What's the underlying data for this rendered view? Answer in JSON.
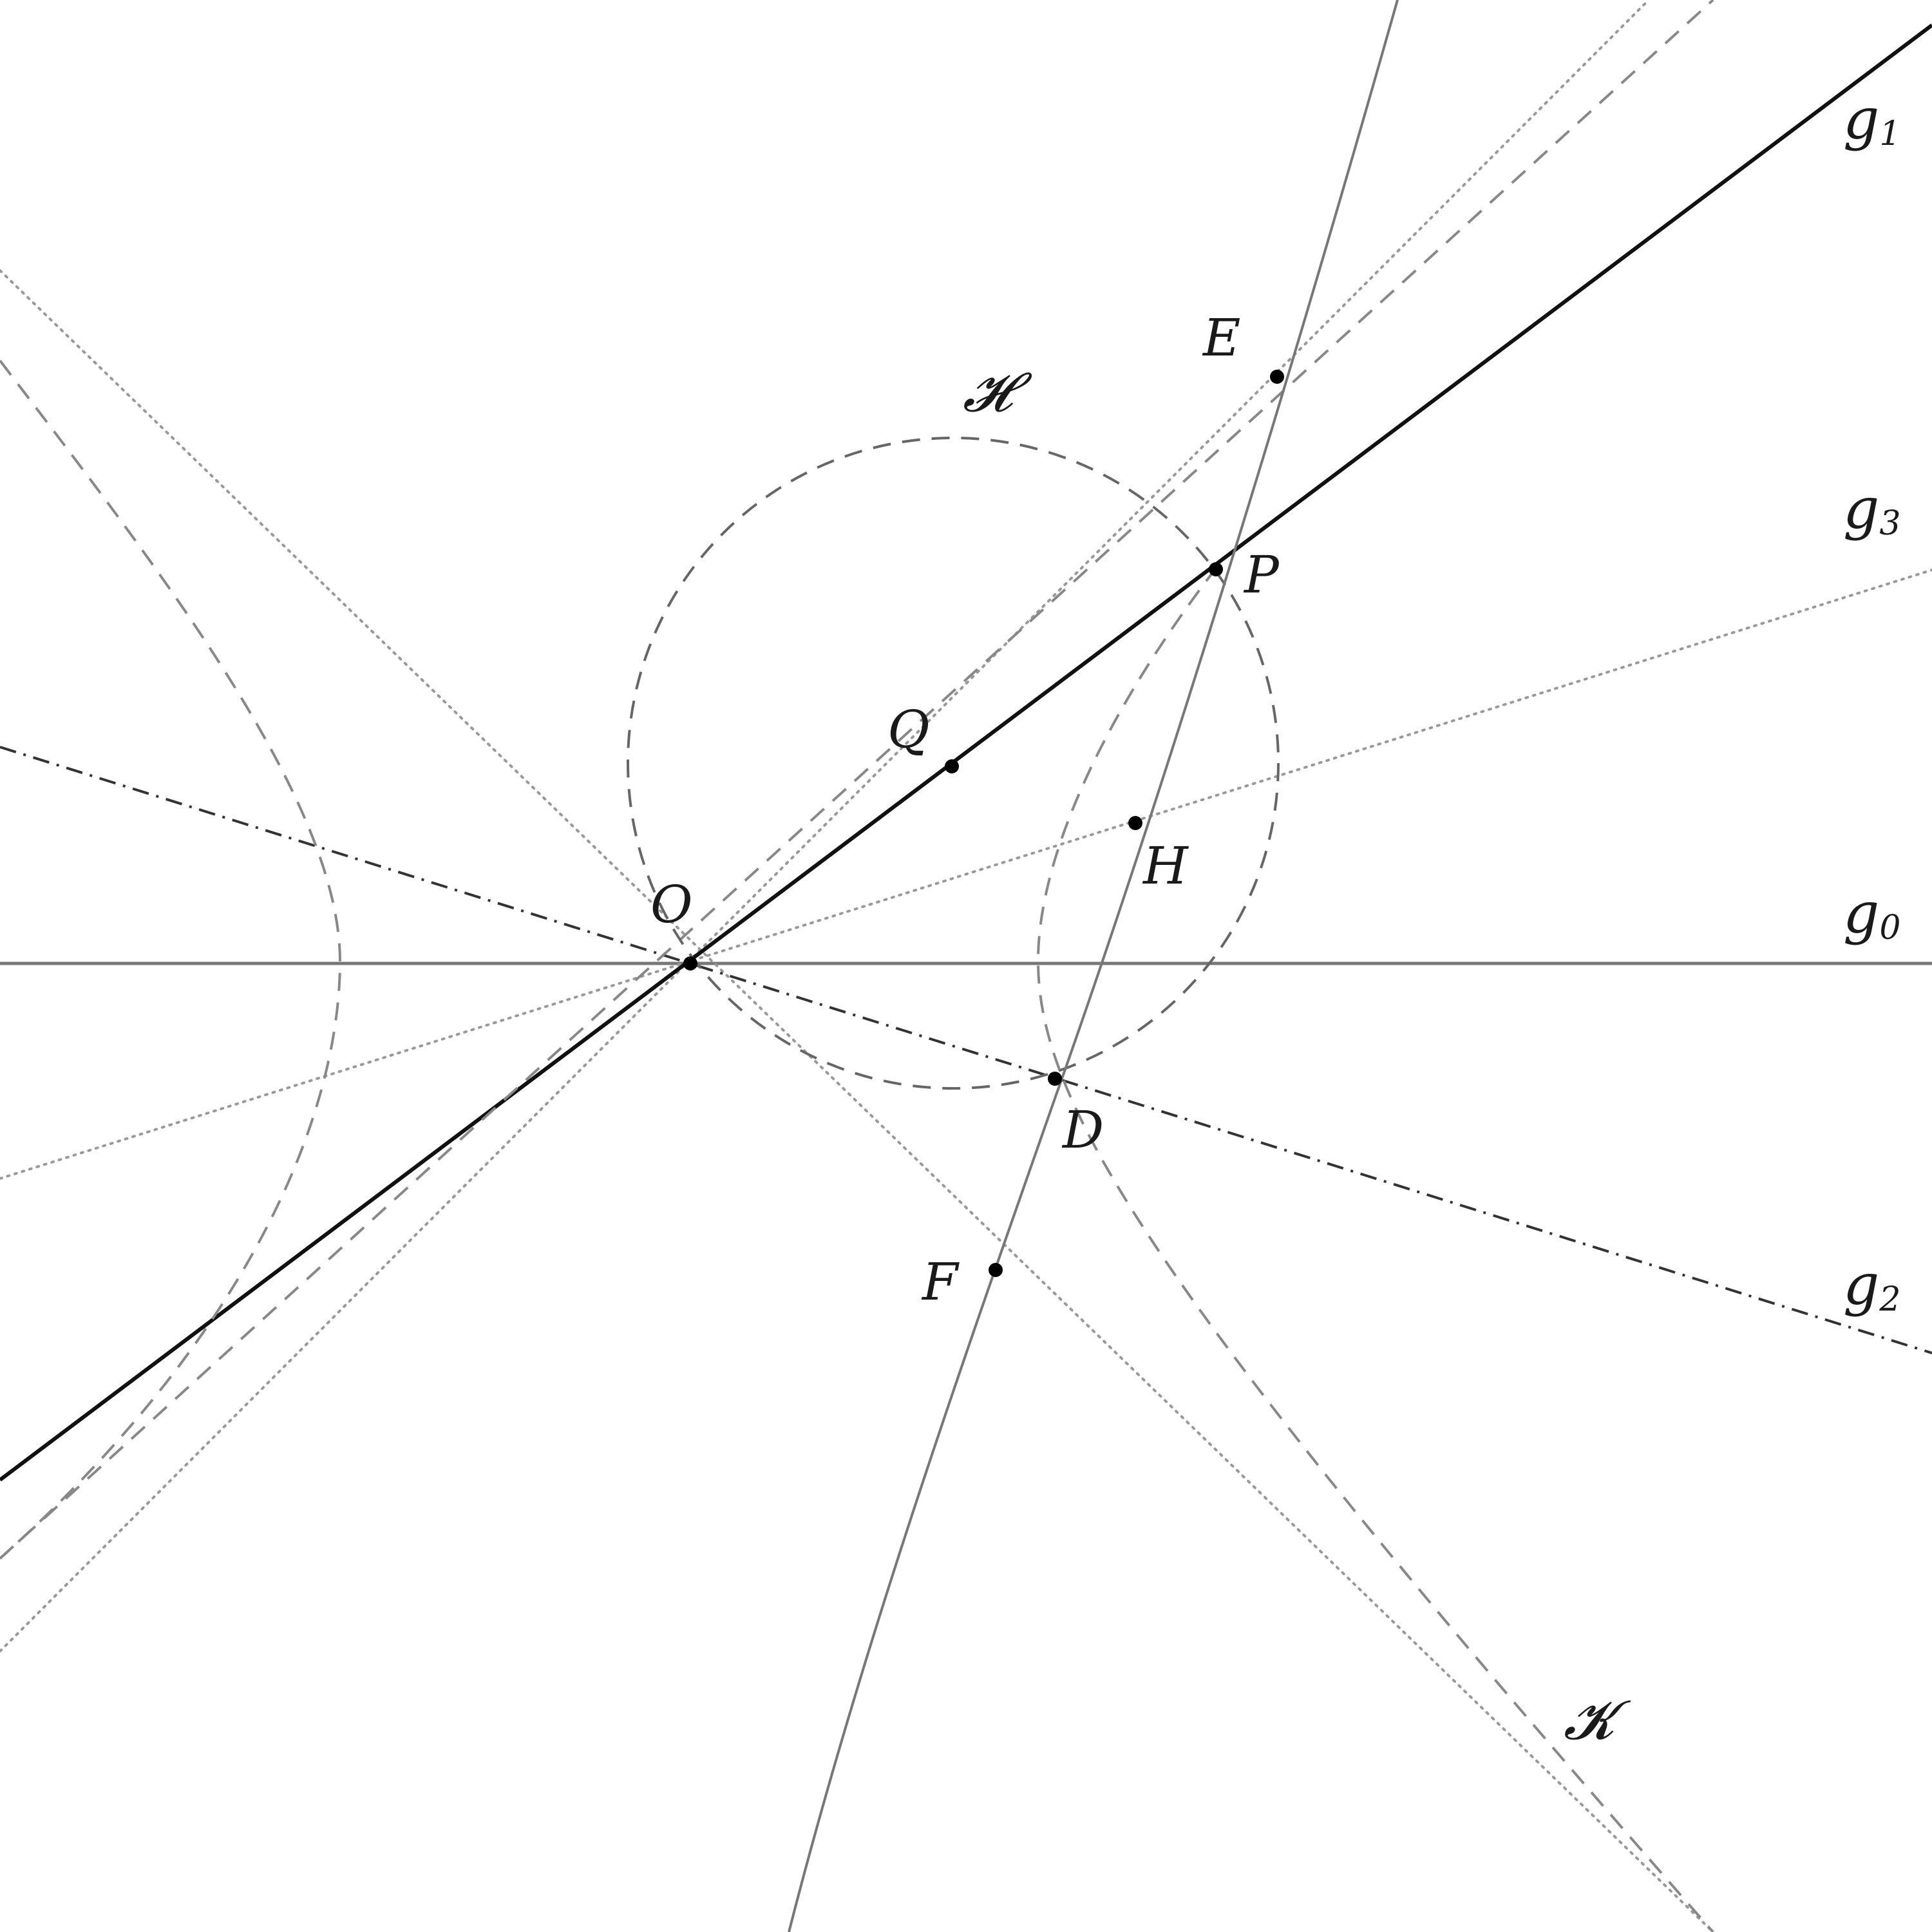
{
  "points": [
    {
      "id": "O",
      "label": "O"
    },
    {
      "id": "P",
      "label": "P"
    },
    {
      "id": "Q",
      "label": "Q"
    },
    {
      "id": "H",
      "label": "H"
    },
    {
      "id": "E",
      "label": "E"
    },
    {
      "id": "D",
      "label": "D"
    },
    {
      "id": "F",
      "label": "F"
    }
  ],
  "lines": [
    {
      "id": "g0",
      "name": "g",
      "sub": "0"
    },
    {
      "id": "g1",
      "name": "g",
      "sub": "1"
    },
    {
      "id": "g2",
      "name": "g",
      "sub": "2"
    },
    {
      "id": "g3",
      "name": "g",
      "sub": "3"
    }
  ],
  "curves": [
    {
      "id": "circle-H",
      "label": "𝓗"
    },
    {
      "id": "conic-K",
      "label": "𝓚"
    }
  ]
}
